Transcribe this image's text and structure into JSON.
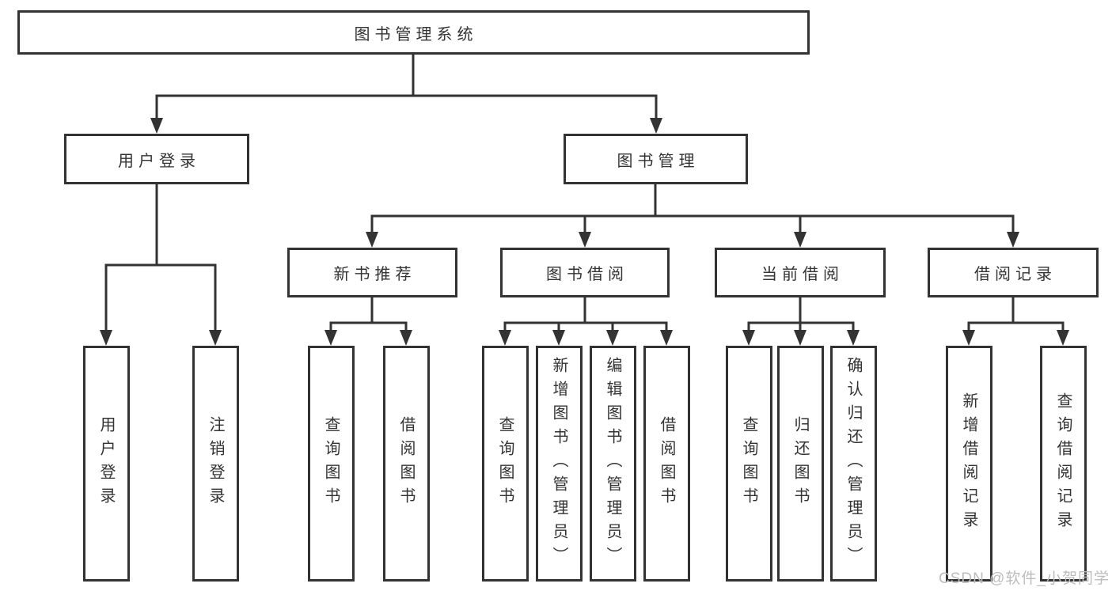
{
  "diagram": {
    "root": {
      "label": "图书管理系统"
    },
    "level2": [
      {
        "label": "用户登录"
      },
      {
        "label": "图书管理"
      }
    ],
    "level3": [
      {
        "label": "新书推荐"
      },
      {
        "label": "图书借阅"
      },
      {
        "label": "当前借阅"
      },
      {
        "label": "借阅记录"
      }
    ],
    "leaves": {
      "user_login": [
        {
          "label": "用户登录"
        },
        {
          "label": "注销登录"
        }
      ],
      "new_book": [
        {
          "label": "查询图书"
        },
        {
          "label": "借阅图书"
        }
      ],
      "book_borrow": [
        {
          "label": "查询图书"
        },
        {
          "label": "新增图书（管理员）"
        },
        {
          "label": "编辑图书（管理员）"
        },
        {
          "label": "借阅图书"
        }
      ],
      "current_borrow": [
        {
          "label": "查询图书"
        },
        {
          "label": "归还图书"
        },
        {
          "label": "确认归还（管理员）"
        }
      ],
      "borrow_records": [
        {
          "label": "新增借阅记录"
        },
        {
          "label": "查询借阅记录"
        }
      ]
    }
  },
  "watermark": {
    "text": "CSDN @软件_小贺同学"
  },
  "colors": {
    "line": "#333333",
    "box_border": "#333333",
    "text": "#333333",
    "watermark": "#bcbcbc",
    "background": "#ffffff"
  }
}
